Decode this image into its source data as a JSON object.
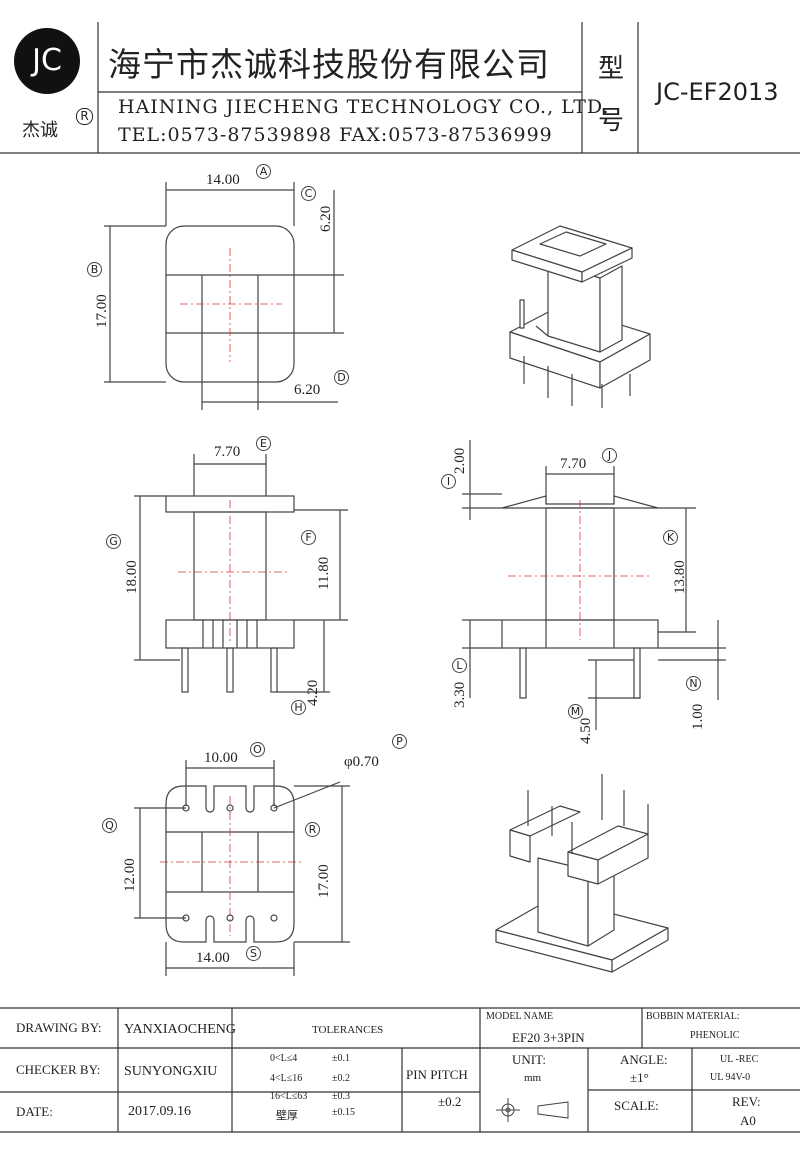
{
  "header": {
    "logo_text": "JC",
    "logo_brand": "杰诚",
    "logo_mark": "R",
    "company_cn": "海宁市杰诚科技股份有限公司",
    "company_en": "HAINING JIECHENG TECHNOLOGY CO., LTD.",
    "contact": "TEL:0573-87539898   FAX:0573-87536999",
    "type_label_1": "型",
    "type_label_2": "号",
    "model_no": "JC-EF2013"
  },
  "dims": {
    "A": {
      "value": "14.00",
      "tag": "A"
    },
    "B": {
      "value": "17.00",
      "tag": "B"
    },
    "C": {
      "value": "6.20",
      "tag": "C"
    },
    "D": {
      "value": "6.20",
      "tag": "D"
    },
    "E": {
      "value": "7.70",
      "tag": "E"
    },
    "F": {
      "value": "11.80",
      "tag": "F"
    },
    "G": {
      "value": "18.00",
      "tag": "G"
    },
    "H": {
      "value": "4.20",
      "tag": "H"
    },
    "I": {
      "value": "2.00",
      "tag": "I"
    },
    "J": {
      "value": "7.70",
      "tag": "J"
    },
    "K": {
      "value": "13.80",
      "tag": "K"
    },
    "L": {
      "value": "3.30",
      "tag": "L"
    },
    "M": {
      "value": "4.50",
      "tag": "M"
    },
    "N": {
      "value": "1.00",
      "tag": "N"
    },
    "O": {
      "value": "10.00",
      "tag": "O"
    },
    "P": {
      "value": "φ0.70",
      "tag": "P"
    },
    "Q": {
      "value": "12.00",
      "tag": "Q"
    },
    "R": {
      "value": "17.00",
      "tag": "R"
    },
    "S": {
      "value": "14.00",
      "tag": "S"
    }
  },
  "title_block": {
    "drawing_by_label": "DRAWING  BY:",
    "drawing_by": "YANXIAOCHENG",
    "checker_by_label": "CHECKER  BY:",
    "checker_by": "SUNYONGXIU",
    "date_label": "DATE:",
    "date": "2017.09.16",
    "tolerances_label": "TOLERANCES",
    "tol_1": "0<L≤4",
    "tol_1v": "±0.1",
    "tol_2": "4<L≤16",
    "tol_2v": "±0.2",
    "tol_3": "16<L≤63",
    "tol_3v": "±0.3",
    "tol_4": "壁厚",
    "tol_4v": "±0.15",
    "pin_pitch_label": "PIN PITCH",
    "pin_pitch": "±0.2",
    "model_name_label": "MODEL NAME",
    "model_name": "EF20   3+3PIN",
    "bobbin_label": "BOBBIN MATERIAL:",
    "bobbin": "PHENOLIC",
    "unit_label": "UNIT:",
    "unit": "mm",
    "angle_label": "ANGLE:",
    "angle": "±1°",
    "ul1": "UL -REC",
    "ul2": "UL  94V-0",
    "scale_label": "SCALE:",
    "rev_label": "REV:",
    "rev": "A0"
  }
}
